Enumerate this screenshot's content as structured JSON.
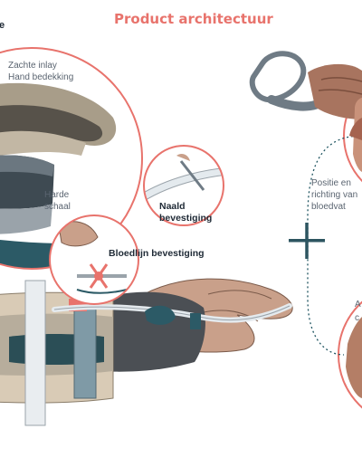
{
  "header": {
    "title": "Product architectuur"
  },
  "left_circle": {
    "corner_fragment": "e",
    "inlay_line1": "Zachte inlay",
    "inlay_line2": "Hand bedekking",
    "shell_line1": "Harde",
    "shell_line2": "schaal"
  },
  "needle_detail": {
    "line1": "Naald",
    "line2": "bevestiging"
  },
  "bloodline_detail": {
    "label": "Bloedlijn bevestiging"
  },
  "right_panel": {
    "line1": "Positie en",
    "line2": "richting van",
    "line3": "bloedvat",
    "lower_fragment_1": "A",
    "lower_fragment_2": "c"
  },
  "colors": {
    "accent_coral": "#e8736c",
    "brace_teal": "#1f5561",
    "label_grey": "#5a6470",
    "label_dark": "#1f2a36",
    "plus_teal": "#2d5560"
  }
}
